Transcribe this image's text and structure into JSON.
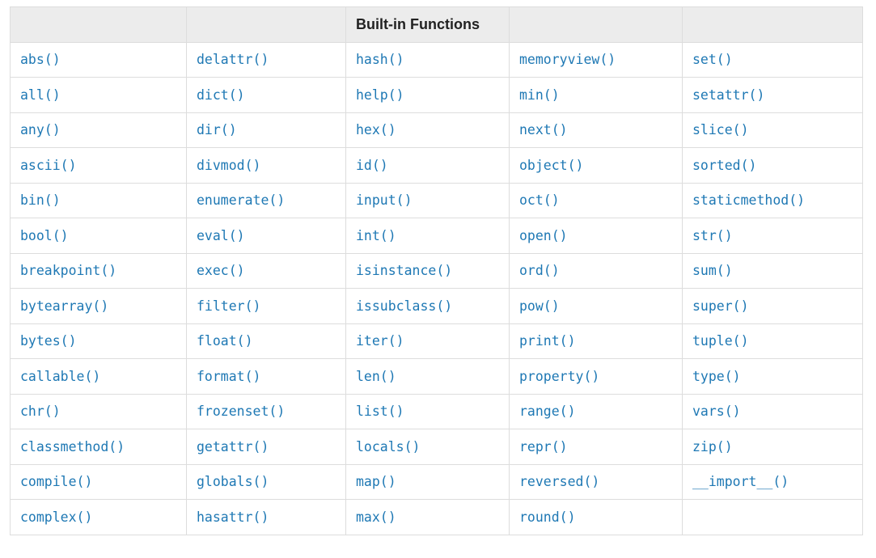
{
  "table": {
    "header_title": "Built-in Functions",
    "column_count": 5,
    "rows": [
      [
        "abs()",
        "delattr()",
        "hash()",
        "memoryview()",
        "set()"
      ],
      [
        "all()",
        "dict()",
        "help()",
        "min()",
        "setattr()"
      ],
      [
        "any()",
        "dir()",
        "hex()",
        "next()",
        "slice()"
      ],
      [
        "ascii()",
        "divmod()",
        "id()",
        "object()",
        "sorted()"
      ],
      [
        "bin()",
        "enumerate()",
        "input()",
        "oct()",
        "staticmethod()"
      ],
      [
        "bool()",
        "eval()",
        "int()",
        "open()",
        "str()"
      ],
      [
        "breakpoint()",
        "exec()",
        "isinstance()",
        "ord()",
        "sum()"
      ],
      [
        "bytearray()",
        "filter()",
        "issubclass()",
        "pow()",
        "super()"
      ],
      [
        "bytes()",
        "float()",
        "iter()",
        "print()",
        "tuple()"
      ],
      [
        "callable()",
        "format()",
        "len()",
        "property()",
        "type()"
      ],
      [
        "chr()",
        "frozenset()",
        "list()",
        "range()",
        "vars()"
      ],
      [
        "classmethod()",
        "getattr()",
        "locals()",
        "repr()",
        "zip()"
      ],
      [
        "compile()",
        "globals()",
        "map()",
        "reversed()",
        "__import__()"
      ],
      [
        "complex()",
        "hasattr()",
        "max()",
        "round()",
        ""
      ]
    ]
  },
  "colors": {
    "link_blue": "#1e78b4",
    "header_bg": "#ececec",
    "header_text": "#222222",
    "border": "#dddddd",
    "page_bg": "#ffffff"
  }
}
